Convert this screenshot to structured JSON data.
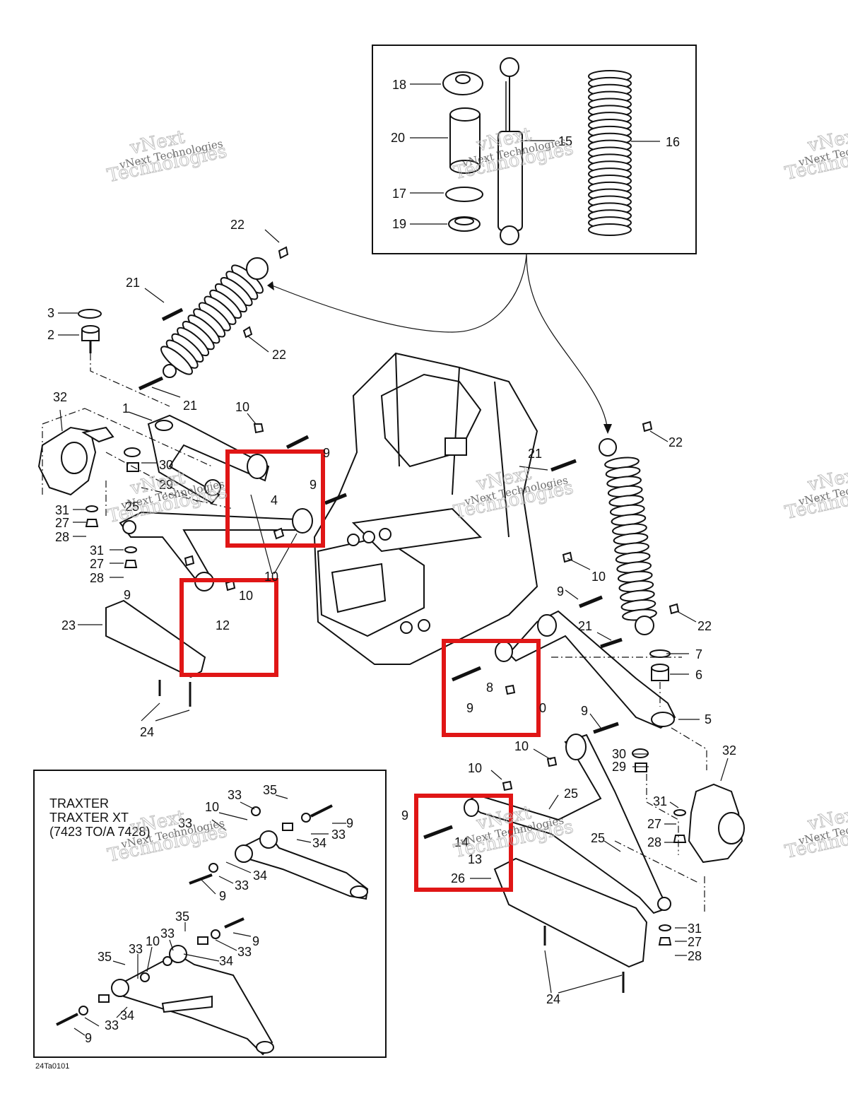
{
  "diagram": {
    "callouts": [
      {
        "id": "c18",
        "text": "18"
      },
      {
        "id": "c20",
        "text": "20"
      },
      {
        "id": "c17",
        "text": "17"
      },
      {
        "id": "c19",
        "text": "19"
      },
      {
        "id": "c15",
        "text": "15"
      },
      {
        "id": "c16",
        "text": "16"
      },
      {
        "id": "c22a",
        "text": "22"
      },
      {
        "id": "c21a",
        "text": "21"
      },
      {
        "id": "c3",
        "text": "3"
      },
      {
        "id": "c2",
        "text": "2"
      },
      {
        "id": "c22b",
        "text": "22"
      },
      {
        "id": "c32a",
        "text": "32"
      },
      {
        "id": "c1",
        "text": "1"
      },
      {
        "id": "c21b",
        "text": "21"
      },
      {
        "id": "c10a",
        "text": "10"
      },
      {
        "id": "c9a",
        "text": "9"
      },
      {
        "id": "c30a",
        "text": "30"
      },
      {
        "id": "c29a",
        "text": "29"
      },
      {
        "id": "c4",
        "text": "4"
      },
      {
        "id": "c9b",
        "text": "9"
      },
      {
        "id": "c31a",
        "text": "31"
      },
      {
        "id": "c25a",
        "text": "25"
      },
      {
        "id": "c27a",
        "text": "27"
      },
      {
        "id": "c28a",
        "text": "28"
      },
      {
        "id": "c31b",
        "text": "31"
      },
      {
        "id": "c27b",
        "text": "27"
      },
      {
        "id": "c28b",
        "text": "28"
      },
      {
        "id": "c10b",
        "text": "10"
      },
      {
        "id": "c10c",
        "text": "10"
      },
      {
        "id": "c9c",
        "text": "9"
      },
      {
        "id": "c12",
        "text": "12"
      },
      {
        "id": "c23",
        "text": "23"
      },
      {
        "id": "c24a",
        "text": "24"
      },
      {
        "id": "c21c",
        "text": "21"
      },
      {
        "id": "c22c",
        "text": "22"
      },
      {
        "id": "c10d",
        "text": "10"
      },
      {
        "id": "c9d",
        "text": "9"
      },
      {
        "id": "c21d",
        "text": "21"
      },
      {
        "id": "c22d",
        "text": "22"
      },
      {
        "id": "c7",
        "text": "7"
      },
      {
        "id": "c6",
        "text": "6"
      },
      {
        "id": "c8",
        "text": "8"
      },
      {
        "id": "c9e",
        "text": "9"
      },
      {
        "id": "c10e",
        "text": "0"
      },
      {
        "id": "c5",
        "text": "5"
      },
      {
        "id": "c9f",
        "text": "9"
      },
      {
        "id": "c10f",
        "text": "10"
      },
      {
        "id": "c32b",
        "text": "32"
      },
      {
        "id": "c30b",
        "text": "30"
      },
      {
        "id": "c29b",
        "text": "29"
      },
      {
        "id": "c10g",
        "text": "10"
      },
      {
        "id": "c25b",
        "text": "25"
      },
      {
        "id": "c9g",
        "text": "9"
      },
      {
        "id": "c31c",
        "text": "31"
      },
      {
        "id": "c27c",
        "text": "27"
      },
      {
        "id": "c25c",
        "text": "25"
      },
      {
        "id": "c28c",
        "text": "28"
      },
      {
        "id": "c14",
        "text": "14"
      },
      {
        "id": "c13",
        "text": "13"
      },
      {
        "id": "c26",
        "text": "26"
      },
      {
        "id": "c31d",
        "text": "31"
      },
      {
        "id": "c27d",
        "text": "27"
      },
      {
        "id": "c28d",
        "text": "28"
      },
      {
        "id": "c24b",
        "text": "24"
      }
    ],
    "inset_callouts": [
      {
        "id": "i33a",
        "text": "33"
      },
      {
        "id": "i35a",
        "text": "35"
      },
      {
        "id": "i10a",
        "text": "10"
      },
      {
        "id": "i33b",
        "text": "33"
      },
      {
        "id": "i9a",
        "text": "9"
      },
      {
        "id": "i33c",
        "text": "33"
      },
      {
        "id": "i34a",
        "text": "34"
      },
      {
        "id": "i34b",
        "text": "34"
      },
      {
        "id": "i33d",
        "text": "33"
      },
      {
        "id": "i9b",
        "text": "9"
      },
      {
        "id": "i35b",
        "text": "35"
      },
      {
        "id": "i33e",
        "text": "33"
      },
      {
        "id": "i10b",
        "text": "10"
      },
      {
        "id": "i33f",
        "text": "33"
      },
      {
        "id": "i9c",
        "text": "9"
      },
      {
        "id": "i35c",
        "text": "35"
      },
      {
        "id": "i33g",
        "text": "33"
      },
      {
        "id": "i33h",
        "text": "33"
      },
      {
        "id": "i34c",
        "text": "34"
      },
      {
        "id": "i34d",
        "text": "34"
      },
      {
        "id": "i33i",
        "text": "33"
      },
      {
        "id": "i9d",
        "text": "9"
      }
    ],
    "inset_title": {
      "line1": "TRAXTER",
      "line2": "TRAXTER XT",
      "line3": "(7423 TO/A 7428)"
    },
    "figure_code": "24Ta0101",
    "watermark": {
      "line1": "vNext",
      "line2": "Technologies",
      "small": "vNext Technologies"
    },
    "colors": {
      "highlight": "#e01616",
      "line": "#111111",
      "watermark": "#b8b8b8"
    }
  }
}
